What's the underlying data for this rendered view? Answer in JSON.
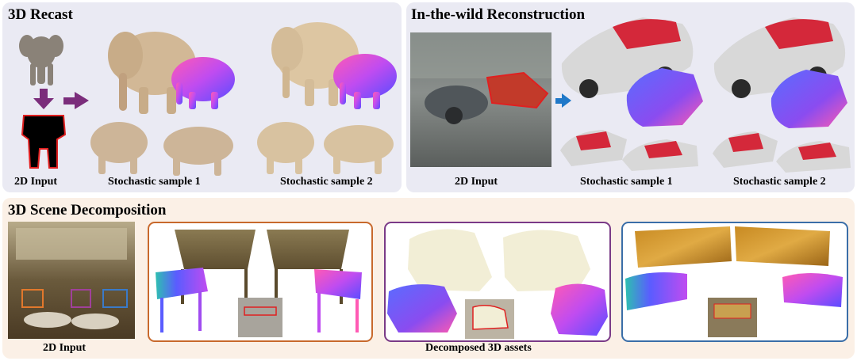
{
  "panels": {
    "recast": {
      "title": "3D Recast",
      "captions": [
        "2D Input",
        "Stochastic sample 1",
        "Stochastic sample 2"
      ]
    },
    "wild": {
      "title": "In-the-wild Reconstruction",
      "captions": [
        "2D Input",
        "Stochastic sample 1",
        "Stochastic sample 2"
      ]
    },
    "scene": {
      "title": "3D Scene Decomposition",
      "captions": [
        "2D Input",
        "Decomposed 3D assets"
      ]
    }
  },
  "colors": {
    "panel_bg": "#eaeaf3",
    "scene_bg": "#fbf0e6",
    "purple_arrow": "#7b2d7b",
    "blue_arrow": "#1f78c8",
    "orange_frame": "#c8692c",
    "purple_frame": "#7a3a87",
    "blue_frame": "#3a6ea8",
    "mask_red": "#e02020",
    "car_roof_red": "#d4283a"
  },
  "icons": [
    "down-arrow-icon",
    "right-arrow-icon",
    "blue-right-arrow-icon"
  ]
}
